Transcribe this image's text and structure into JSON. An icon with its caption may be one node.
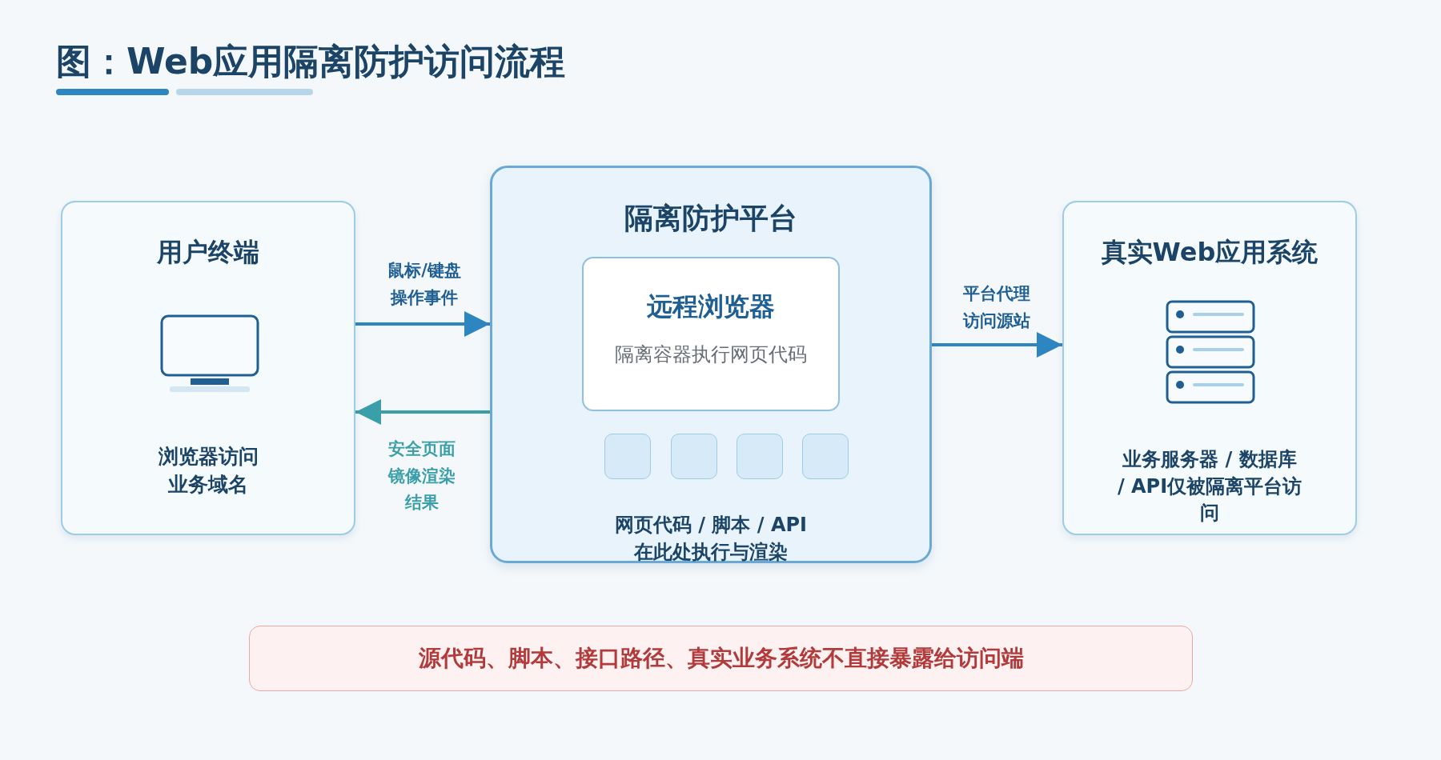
{
  "diagram": {
    "title": "图：Web应用隔离防护访问流程",
    "nodes": [
      {
        "text": [
          "用户终端",
          "浏览器访问业务域名"
        ]
      },
      {
        "text": [
          "隔离防护平台",
          "网页代码 / 脚本 / API在此处执行与渲染"
        ]
      },
      {
        "text": [
          "远程浏览器",
          "隔离容器执行网页代码"
        ],
        "in": 1
      },
      {
        "text": [],
        "shape": "box",
        "in": 1
      },
      {
        "text": [],
        "shape": "box",
        "in": 1
      },
      {
        "text": [],
        "shape": "box",
        "in": 1
      },
      {
        "text": [],
        "shape": "box",
        "in": 1
      },
      {
        "text": [
          "真实Web应用系统",
          "业务服务器 / 数据库 / API仅被隔离平台访问"
        ]
      },
      {
        "text": [
          "源代码、脚本、接口路径、真实业务系统不直接暴露给访问端"
        ]
      }
    ],
    "edges": [
      {
        "from": 0,
        "to": 1,
        "arrow": "to",
        "label": "鼠标/键盘操作事件"
      },
      {
        "from": 1,
        "to": 0,
        "arrow": "to",
        "label": "安全页面镜像渲染结果",
        "color": "#3a9fa8"
      },
      {
        "from": 1,
        "to": 7,
        "arrow": "to",
        "label": "平台代理访问源站"
      }
    ]
  }
}
